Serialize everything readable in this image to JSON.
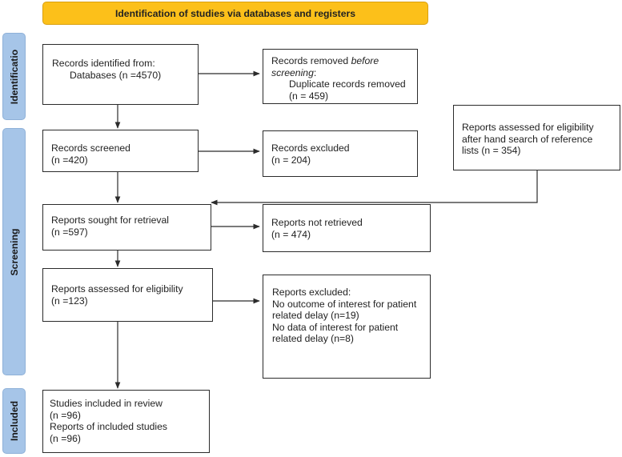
{
  "header": {
    "title": "Identification of studies via databases and registers"
  },
  "stages": {
    "identification": "Identificatio",
    "screening": "Screening",
    "included": "Included"
  },
  "boxes": {
    "records_identified": {
      "line1": "Records identified from:",
      "line2": "Databases (n =4570)"
    },
    "records_removed": {
      "line1_prefix": "Records removed ",
      "line1_emph": "before",
      "line2_emph": "screening",
      "line2_suffix": ":",
      "line3": "Duplicate records removed",
      "line4": "(n = 459)"
    },
    "hand_search": {
      "line1": "Reports assessed for eligibility",
      "line2": "after hand search of reference",
      "line3": "lists (n =  354)"
    },
    "records_screened": {
      "line1": "Records screened",
      "line2": "(n =420)"
    },
    "records_excluded": {
      "line1": "Records excluded",
      "line2": "(n = 204)"
    },
    "reports_sought": {
      "line1": "Reports sought for retrieval",
      "line2": "(n =597)"
    },
    "reports_not_retrieved": {
      "line1": "Reports not retrieved",
      "line2": "(n = 474)"
    },
    "reports_assessed": {
      "line1": "Reports assessed for eligibility",
      "line2": "(n =123)"
    },
    "reports_excluded": {
      "line1": "Reports excluded:",
      "line2": "No outcome of interest for patient",
      "line3": "related delay (n=19)",
      "line4": "No data of interest for patient",
      "line5": "related delay (n=8)"
    },
    "studies_included": {
      "line1": "Studies included in review",
      "line2": "(n =96)",
      "line3": "Reports of included studies",
      "line4": "(n =96)"
    }
  }
}
